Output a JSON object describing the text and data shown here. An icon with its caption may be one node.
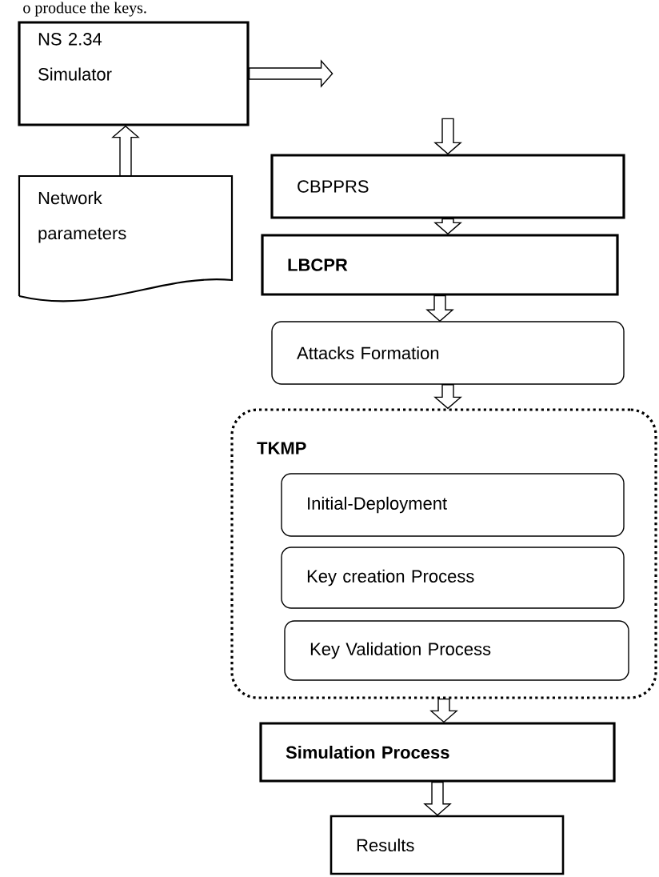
{
  "diagram": {
    "nodes": [
      {
        "text": [
          "NS 2.34 Simulator"
        ]
      },
      {
        "text": [
          "Network parameters"
        ]
      },
      {
        "text": [
          "CBPPRS"
        ]
      },
      {
        "text": [
          "LBCPR"
        ]
      },
      {
        "text": [
          "Attacks Formation"
        ]
      },
      {
        "text": [
          "TKMP"
        ]
      },
      {
        "text": [
          "Initial-Deployment"
        ],
        "in": 5
      },
      {
        "text": [
          "Key creation Process"
        ],
        "in": 5
      },
      {
        "text": [
          "Key Validation Process"
        ],
        "in": 5
      },
      {
        "text": [
          "Simulation Process"
        ]
      },
      {
        "text": [
          "Results"
        ]
      }
    ],
    "edges": [
      {
        "from": 1,
        "to": 0,
        "arrow": "to"
      },
      {
        "from": 0,
        "to": null,
        "arrow": "to"
      },
      {
        "from": null,
        "to": 2,
        "arrow": "to"
      },
      {
        "from": 2,
        "to": 3,
        "arrow": "to"
      },
      {
        "from": 3,
        "to": 4,
        "arrow": "to"
      },
      {
        "from": 4,
        "to": 5,
        "arrow": "to"
      },
      {
        "from": 5,
        "to": 9,
        "arrow": "to"
      },
      {
        "from": 9,
        "to": 10,
        "arrow": "to"
      }
    ],
    "labels": [
      "o produce the keys."
    ]
  }
}
